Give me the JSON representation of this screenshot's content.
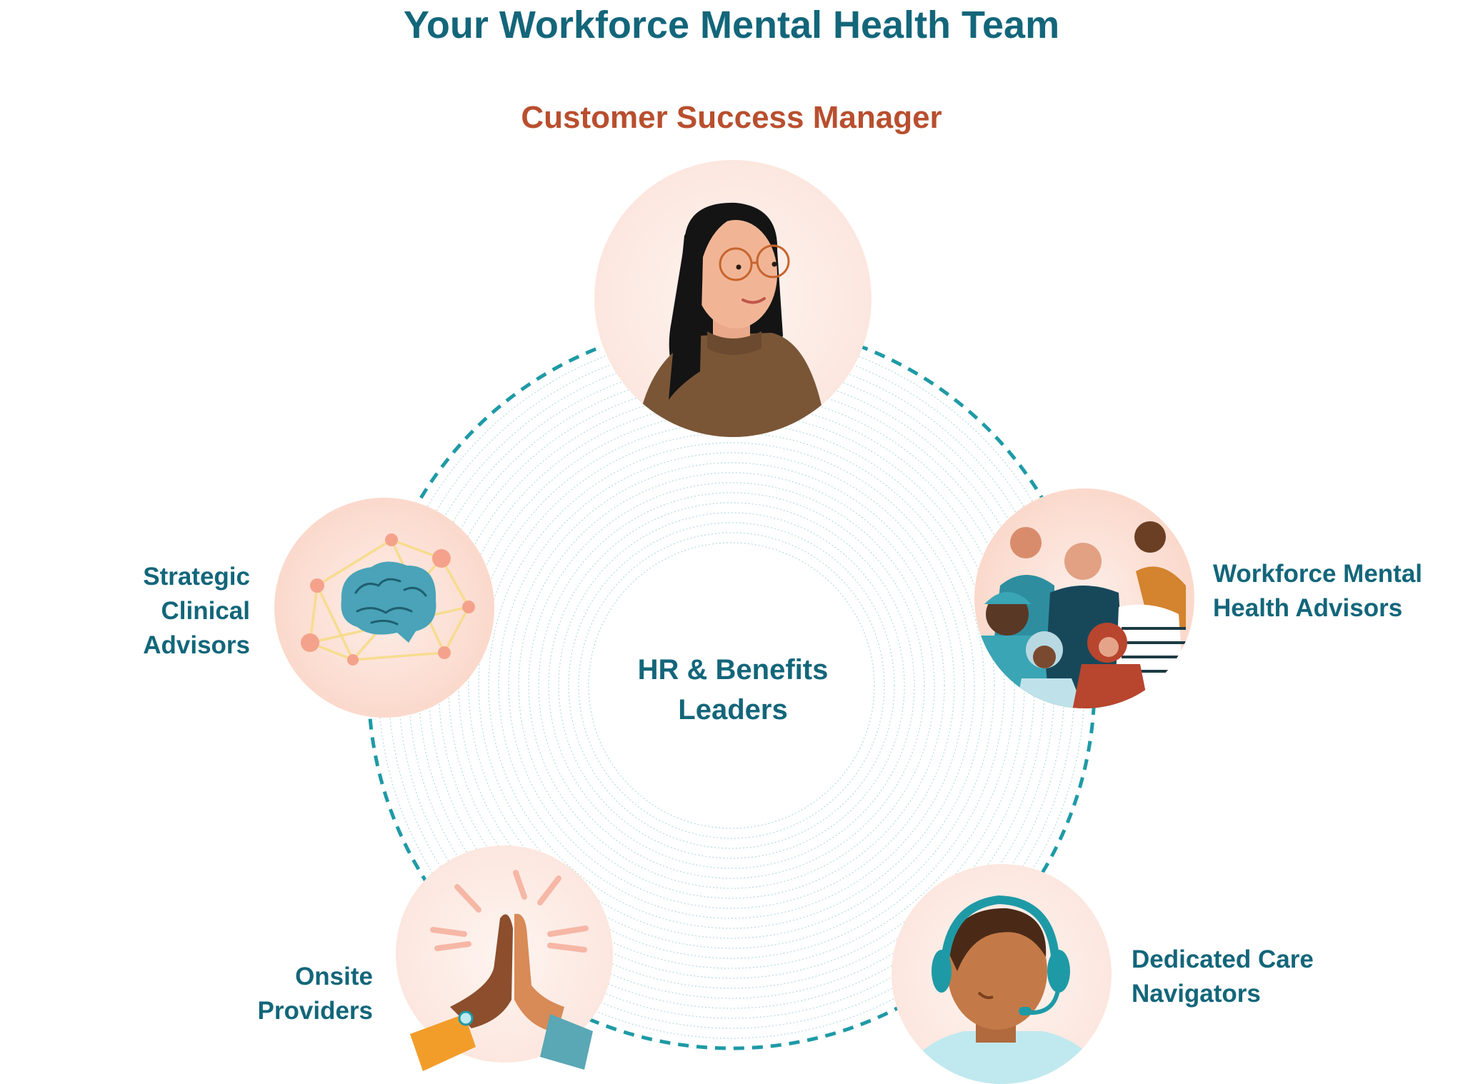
{
  "title": "Your Workforce Mental Health Team",
  "center": {
    "line1": "HR & Benefits",
    "line2": "Leaders"
  },
  "members": {
    "csm": {
      "label": "Customer Success Manager"
    },
    "wmha": {
      "line1": "Workforce Mental",
      "line2": "Health Advisors"
    },
    "dcn": {
      "line1": "Dedicated Care",
      "line2": "Navigators"
    },
    "op": {
      "line1": "Onsite",
      "line2": "Providers"
    },
    "sca": {
      "line1": "Strategic",
      "line2": "Clinical",
      "line3": "Advisors"
    }
  },
  "icons": {
    "csm": "woman-with-glasses-portrait",
    "wmha": "diverse-group-portrait",
    "dcn": "headset-navigator-portrait",
    "op": "high-five-hands",
    "sca": "brain-network-icon"
  },
  "colors": {
    "title": "#13667a",
    "csm_label": "#b84f2e",
    "dashed_ring": "#1e9aa6",
    "concentric_rings": "#b9dde2",
    "node_fill": "#fde6df"
  }
}
